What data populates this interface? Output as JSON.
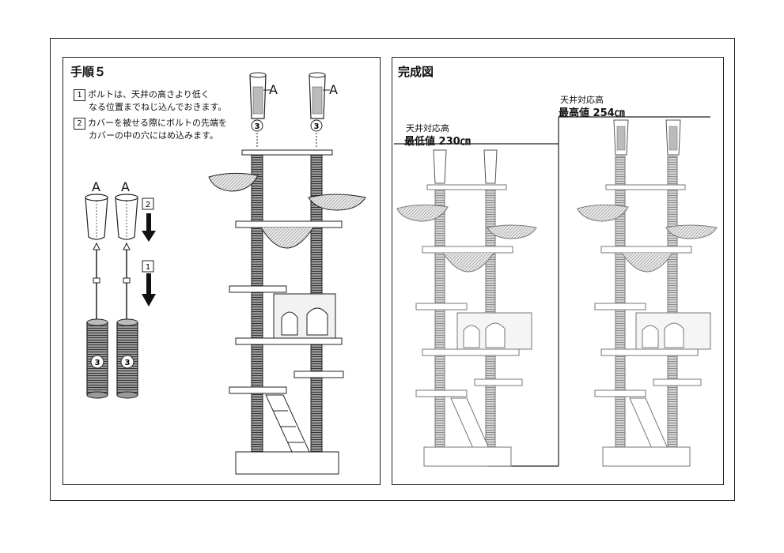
{
  "step": {
    "title": "手順５",
    "instructions": [
      {
        "num": "1",
        "line1": "ボルトは、天井の高さより低く",
        "line2": "なる位置までねじ込んでおきます。"
      },
      {
        "num": "2",
        "line1": "カバーを被せる際にボルトの先端を",
        "line2": "カバーの中の穴にはめ込みます。"
      }
    ],
    "part_label": "A",
    "part_number": "3",
    "arrow_labels": [
      "2",
      "1"
    ]
  },
  "completed": {
    "title": "完成図",
    "min": {
      "caption": "天井対応高",
      "value": "最低値 230㎝"
    },
    "max": {
      "caption": "天井対応高",
      "value": "最高値 254㎝"
    }
  }
}
